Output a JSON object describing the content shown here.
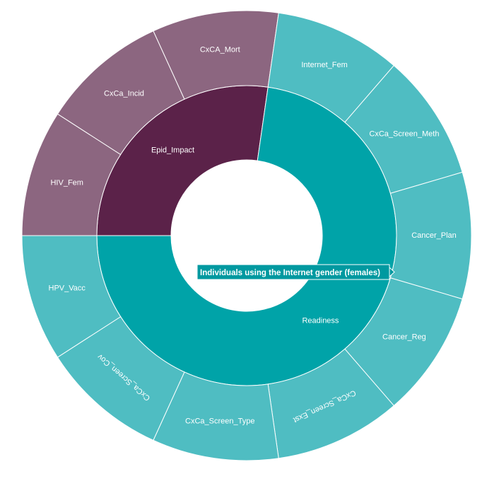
{
  "chart_data": {
    "type": "sunburst",
    "title": "",
    "colors": {
      "Epid_Impact": "#5b2249",
      "Epid_Impact_child": "#8c6680",
      "Readiness": "#00a3a8",
      "Readiness_child": "#4fbdc2",
      "separator": "#ffffff"
    },
    "inner": [
      {
        "name": "Epid_Impact",
        "value": 3
      },
      {
        "name": "Readiness",
        "value": 8
      }
    ],
    "outer": [
      {
        "name": "HIV_Fem",
        "parent": "Epid_Impact",
        "value": 1
      },
      {
        "name": "CxCa_Incid",
        "parent": "Epid_Impact",
        "value": 1
      },
      {
        "name": "CxCA_Mort",
        "parent": "Epid_Impact",
        "value": 1
      },
      {
        "name": "Internet_Fem",
        "parent": "Readiness",
        "value": 1
      },
      {
        "name": "CxCa_Screen_Meth",
        "parent": "Readiness",
        "value": 1
      },
      {
        "name": "Cancer_Plan",
        "parent": "Readiness",
        "value": 1
      },
      {
        "name": "Cancer_Reg",
        "parent": "Readiness",
        "value": 1
      },
      {
        "name": "CxCa_Screen_Exst",
        "parent": "Readiness",
        "value": 1
      },
      {
        "name": "CxCa_Screen_Type",
        "parent": "Readiness",
        "value": 1
      },
      {
        "name": "CxCa_Screen_Cov",
        "parent": "Readiness",
        "value": 1
      },
      {
        "name": "HPV_Vacc",
        "parent": "Readiness",
        "value": 1
      }
    ],
    "tooltip": {
      "text": "Individuals using the Internet gender (females)",
      "target": "Internet_Fem"
    }
  }
}
